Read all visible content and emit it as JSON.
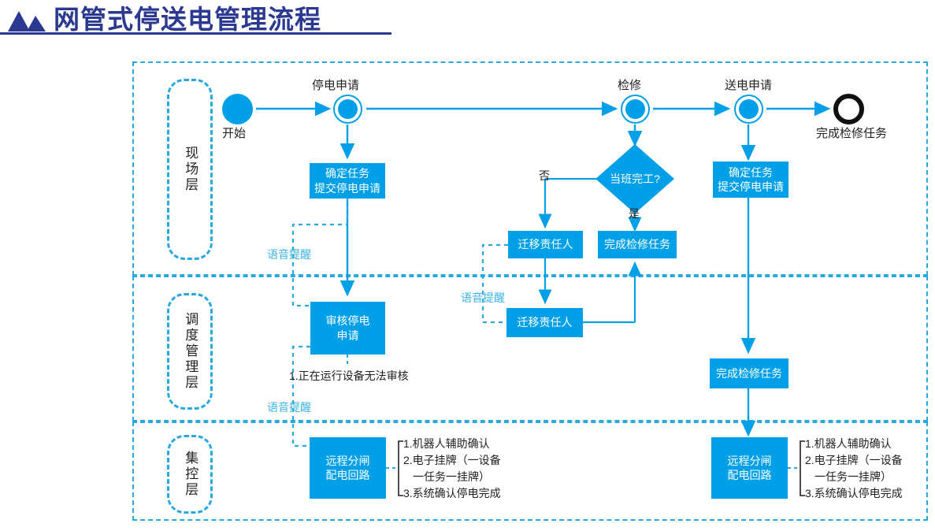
{
  "header": {
    "title": "网管式停送电管理流程",
    "logo_icon": "mountain-triangle-icon",
    "title_color": "#2b3990"
  },
  "palette": {
    "accent": "#00a0e9",
    "lane_border": "#2aa9e0",
    "voice_text": "#3cb4e5",
    "text": "#231f20",
    "end_node": "#111111"
  },
  "lanes": [
    {
      "id": "site",
      "label": "现场层"
    },
    {
      "id": "dispatch",
      "label": "调度管理层"
    },
    {
      "id": "central",
      "label": "集控层"
    }
  ],
  "nodes": {
    "start": {
      "label": "开始",
      "type": "start-circle"
    },
    "outage_request": {
      "label": "停电申请",
      "type": "ring-node"
    },
    "maintenance": {
      "label": "检修",
      "type": "ring-node"
    },
    "power_request": {
      "label": "送电申请",
      "type": "ring-node"
    },
    "end": {
      "label": "完成检修任务",
      "type": "end-circle"
    },
    "confirm_task_left": {
      "line1": "确定任务",
      "line2": "提交停电申请"
    },
    "confirm_task_right": {
      "line1": "确定任务",
      "line2": "提交停电申请"
    },
    "decision": {
      "label": "当班完工?"
    },
    "transfer_owner_site": {
      "label": "迁移责任人"
    },
    "finish_task_site": {
      "label": "完成检修任务"
    },
    "review_outage": {
      "line1": "审核停电",
      "line2": "申请"
    },
    "transfer_owner_dispatch": {
      "label": "迁移责任人"
    },
    "finish_task_dispatch": {
      "label": "完成检修任务"
    },
    "remote_breaker_left": {
      "line1": "远程分闸",
      "line2": "配电回路"
    },
    "remote_breaker_right": {
      "line1": "远程分闸",
      "line2": "配电回路"
    }
  },
  "edge_labels": {
    "no": "否",
    "yes": "是",
    "voice_1": "语音提醒",
    "voice_2": "语音提醒",
    "voice_3": "语音提醒"
  },
  "annotations": {
    "review_note": "1.正在运行设备无法审核",
    "breaker_notes": [
      "1.机器人辅助确认",
      "2.电子挂牌（一设备",
      "一任务一挂牌）",
      "3.系统确认停电完成"
    ],
    "breaker_notes_right": [
      "1.机器人辅助确认",
      "2.电子挂牌（一设备",
      "一任务一挂牌）",
      "3.系统确认停电完成"
    ]
  }
}
